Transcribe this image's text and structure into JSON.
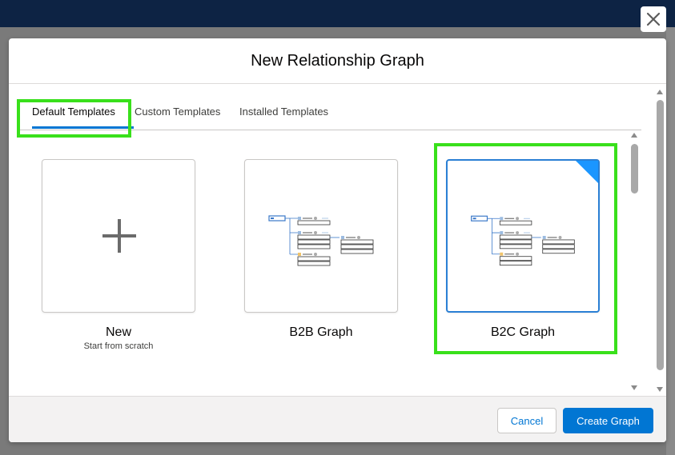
{
  "modal": {
    "title": "New Relationship Graph",
    "close_icon": "close-icon"
  },
  "tabs": [
    {
      "label": "Default Templates",
      "active": true
    },
    {
      "label": "Custom Templates",
      "active": false
    },
    {
      "label": "Installed Templates",
      "active": false
    }
  ],
  "cards": [
    {
      "label": "New",
      "sublabel": "Start from scratch",
      "icon": "plus-icon",
      "selected": false
    },
    {
      "label": "B2B Graph",
      "icon": "graph-preview-icon",
      "selected": false
    },
    {
      "label": "B2C Graph",
      "icon": "graph-preview-icon",
      "selected": true
    }
  ],
  "footer": {
    "cancel_label": "Cancel",
    "create_label": "Create Graph"
  },
  "colors": {
    "highlight": "#39e01b",
    "brand": "#0176d3",
    "topbar": "#0d2344"
  }
}
